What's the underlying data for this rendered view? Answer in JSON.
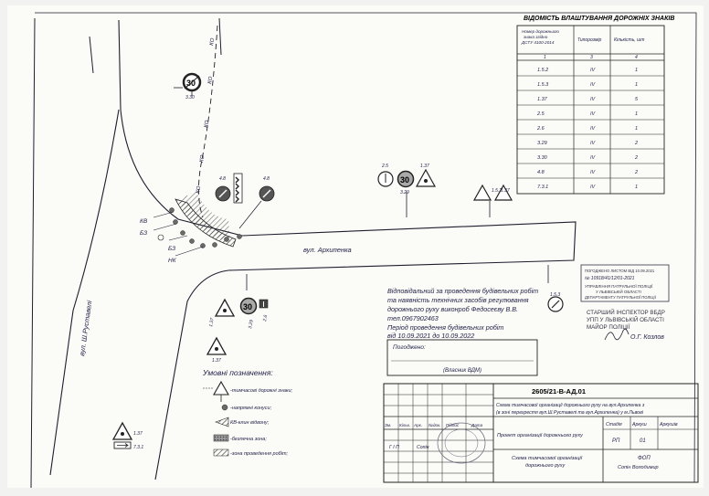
{
  "sign_table": {
    "title": "ВІДОМІСТЬ ВЛАШТУВАННЯ ДОРОЖНІХ ЗНАКІВ",
    "headers": [
      "Номер дорожнього знака згідно ДСТУ 4100-2014",
      "Типорозмір",
      "Кількість, шт"
    ],
    "col_numbers": [
      "1",
      "3",
      "4"
    ],
    "rows": [
      {
        "number": "1.5.2",
        "size": "IV",
        "count": "1"
      },
      {
        "number": "1.5.3",
        "size": "IV",
        "count": "1"
      },
      {
        "number": "1.37",
        "size": "IV",
        "count": "5"
      },
      {
        "number": "2.5",
        "size": "IV",
        "count": "1"
      },
      {
        "number": "2.6",
        "size": "IV",
        "count": "1"
      },
      {
        "number": "3.29",
        "size": "IV",
        "count": "2"
      },
      {
        "number": "3.30",
        "size": "IV",
        "count": "2"
      },
      {
        "number": "4.8",
        "size": "IV",
        "count": "2"
      },
      {
        "number": "7.3.1",
        "size": "IV",
        "count": "1"
      }
    ]
  },
  "map": {
    "street_arkhypenka": "вул. Архипенка",
    "street_rustaveli": "вул. Ш.Руставелі",
    "ko_label": "КО",
    "sign_labels": {
      "s330": "3.30",
      "s48a": "4.8",
      "s48b": "4.8",
      "s25": "2.5",
      "s329a": "3.29",
      "s137a": "1.37",
      "s152": "1.5.2",
      "s137b": "1.37",
      "s137c": "1.37",
      "s329b": "3.29",
      "s26": "2.6",
      "s137d": "1.37",
      "s137e": "1.37",
      "s731": "7.3.1",
      "s153": "1.5.3"
    },
    "speed_value": "30",
    "markers": {
      "kv": "КВ",
      "bz1": "БЗ",
      "bz2": "БЗ",
      "nk": "НК"
    }
  },
  "responsible": {
    "line1": "Відповідальний за проведення будівельних робіт",
    "line2": "та наявність технічних засобів регулювання",
    "line3": "дорожнього руху виконроб Федосеєву В.В.",
    "line4": "тел.0967902463",
    "period_label": "Період проведення будівельних робіт",
    "period_value": "від 10.09.2021 до 10.09.2022"
  },
  "agreed_box": {
    "label": "Погоджено:",
    "owner": "(Власник ВДМ)"
  },
  "legend": {
    "title": "Умовні позначення:",
    "items": [
      "-тимчасові дорожні знаки;",
      "-напрямні конуси;",
      "КВ-клин відвону;",
      "-безпечна зона;",
      "-зона проведення робіт;"
    ]
  },
  "stamp": {
    "line1": "ПОГОДЖЕНО ЛИСТОМ ВІД 10.09.2021",
    "line2": "№ 10918/41/12/01-2021",
    "line3": "УПРАВЛІННЯ ПАТРУЛЬНОЇ ПОЛІЦІЇ",
    "line4": "У ЛЬВІВСЬКІЙ ОБЛАСТІ",
    "line5": "ДЕПАРТАМЕНТУ ПАТРУЛЬНОЇ ПОЛІЦІЇ",
    "inspector1": "СТАРШИЙ ІНСПЕКТОР ВБДР",
    "inspector2": "УПП У ЛЬВІВСЬКІЙ ОБЛАСТІ",
    "inspector3": "МАЙОР ПОЛІЦІЇ",
    "name": "О.Г. Козлов"
  },
  "title_block": {
    "code": "2605/21-В-АД.01",
    "desc1": "Схема тимчасової організації дорожнього руху на вул.Архипенка з",
    "desc2": "(в зоні перехрестя вул.Ш.Руставелі та вул.Архипенка) у м.Львові",
    "col_headers": [
      "Зм.",
      "Кільк.",
      "Арк.",
      "№док.",
      "Підпис",
      "Дата"
    ],
    "gip": "Г І П",
    "gip_name": "Сопін",
    "project_name": "Проект організації дорожнього руху",
    "stage_header": "Стадія",
    "sheet_header": "Аркуш",
    "sheets_header": "Аркушів",
    "stage": "РП",
    "sheet": "01",
    "scheme_name1": "Схема тимчасової організації",
    "scheme_name2": "дорожнього руху",
    "firm": "ФОП",
    "firm_name": "Сопін Володимир"
  }
}
